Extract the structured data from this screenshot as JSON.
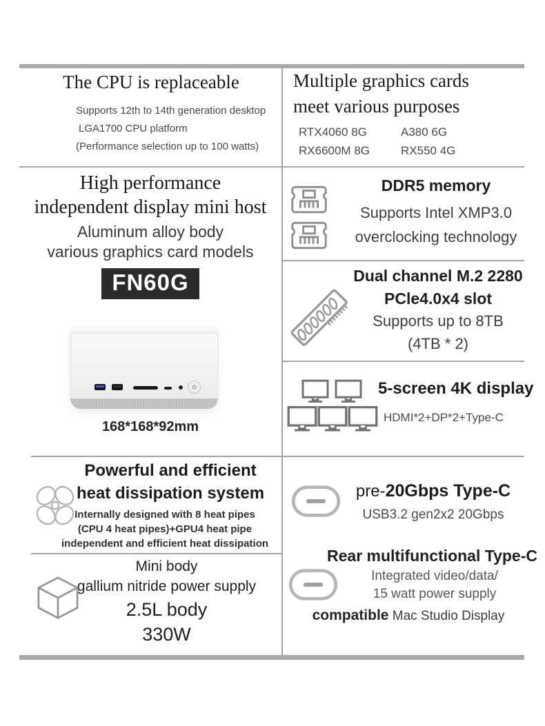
{
  "colors": {
    "accent_bar": "#a9a9a9",
    "divider": "#a2a2a2",
    "badge_bg": "#2b2b2b",
    "badge_text": "#ffffff",
    "heading": "#191919",
    "body_text": "#3e3e3e",
    "icon_gray": "#8c8c8c",
    "usb_blue": "#4559c0"
  },
  "sections": {
    "cpu": {
      "title": "The CPU is replaceable",
      "lines": [
        "Supports 12th to 14th generation desktop",
        "LGA1700 CPU platform",
        "(Performance selection up to 100 watts)"
      ]
    },
    "gpu": {
      "title1": "Multiple graphics cards",
      "title2": "meet various purposes",
      "cards": [
        "RTX4060 8G",
        "A380 6G",
        "RX6600M 8G",
        "RX550 4G"
      ]
    },
    "host": {
      "title1": "High performance",
      "title2": "independent display mini host",
      "sub1": "Aluminum alloy body",
      "sub2": "various graphics card models",
      "model": "FN60G",
      "dimensions": "168*168*92mm"
    },
    "memory": {
      "title": "DDR5 memory",
      "line1": "Supports Intel XMP3.0",
      "line2": "overclocking technology"
    },
    "storage": {
      "title1": "Dual channel M.2 2280",
      "title2": "PCle4.0x4 slot",
      "line1": "Supports up to 8TB",
      "line2": "(4TB * 2)"
    },
    "display": {
      "title": "5-screen 4K  display",
      "sub": "HDMI*2+DP*2+Type-C"
    },
    "cooling": {
      "title1": "Powerful and efficient",
      "title2": "heat dissipation system",
      "desc": [
        "Internally designed with 8 heat pipes",
        "(CPU 4 heat pipes)+GPU4 heat pipe",
        "independent and efficient heat dissipation"
      ]
    },
    "body": {
      "line1": "Mini body",
      "line2": "gallium nitride power supply",
      "line3": "2.5L body",
      "line4": "330W"
    },
    "typec_front": {
      "prefix": "pre-",
      "bold": "20Gbps Type-C",
      "sub": "USB3.2 gen2x2 20Gbps"
    },
    "typec_rear": {
      "title": "Rear multifunctional Type-C",
      "line1": "Integrated video/data/",
      "line2": "15 watt power supply",
      "compat_bold": "compatible",
      "compat_rest": " Mac Studio Display"
    }
  }
}
